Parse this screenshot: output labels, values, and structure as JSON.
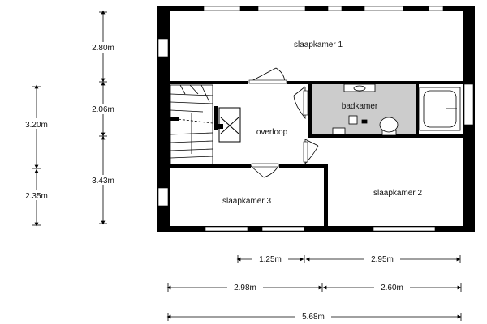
{
  "rooms": {
    "slaapkamer_1": "slaapkamer 1",
    "badkamer": "badkamer",
    "overloop": "overloop",
    "slaapkamer_2": "slaapkamer 2",
    "slaapkamer_3": "slaapkamer 3"
  },
  "dimensions": {
    "left_outer": [
      "3.20m",
      "2.35m"
    ],
    "left_inner": [
      "2.80m",
      "2.06m",
      "3.43m"
    ],
    "bottom_row1": [
      "1.25m",
      "2.95m"
    ],
    "bottom_row2": [
      "2.98m",
      "2.60m"
    ],
    "bottom_total": "5.68m"
  },
  "colors": {
    "wall": "#000000",
    "bathroom_floor": "#cccccc",
    "background": "#ffffff"
  }
}
